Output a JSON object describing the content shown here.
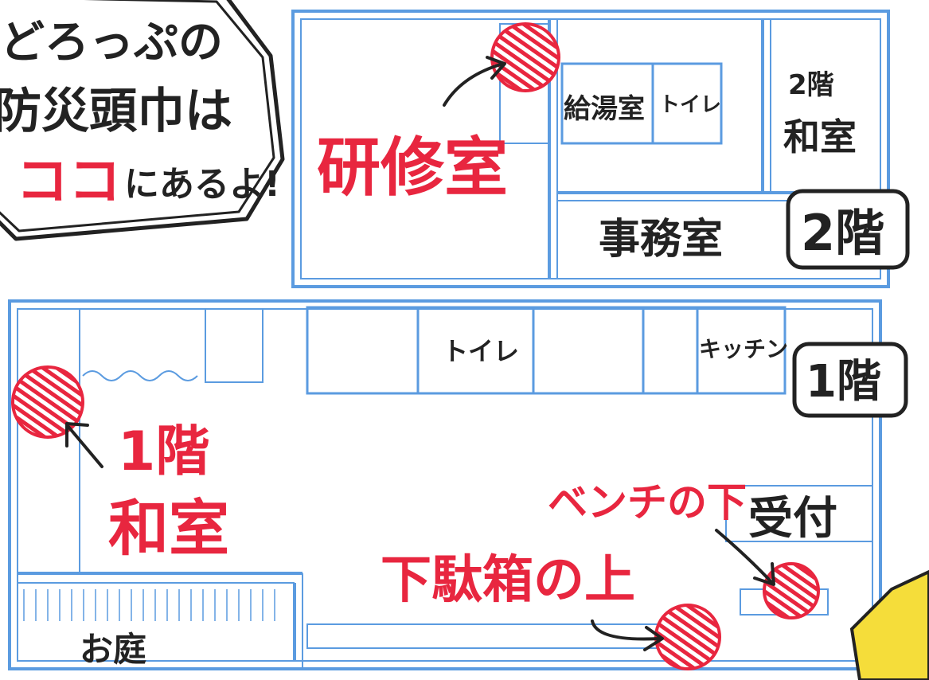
{
  "colors": {
    "wall": "#5b9be0",
    "ink": "#222222",
    "accent": "#e8263f",
    "paper": "#ffffff",
    "highlight": "#f5dd3a"
  },
  "callout": {
    "line1": "どろっぷの",
    "line2": "防災頭巾は",
    "line3_highlight": "ココ",
    "line3_rest": "にあるよ!"
  },
  "floor_badges": {
    "floor2": "2階",
    "floor1": "1階"
  },
  "floor2": {
    "kyuto": "給湯室",
    "toilet": "トイレ",
    "washitsu_top": "2階",
    "washitsu_bottom": "和室",
    "jimushitsu": "事務室",
    "kenshu": "研修室"
  },
  "floor1": {
    "toilet": "トイレ",
    "kitchen": "キッチン",
    "uketsuke": "受付",
    "oniwa": "お庭",
    "washitsu_top": "1階",
    "washitsu_bottom": "和室",
    "bench": "ベンチの下",
    "getabako": "下駄箱の上"
  },
  "markers": [
    {
      "name": "marker-kenshu-room"
    },
    {
      "name": "marker-washitsu-1f"
    },
    {
      "name": "marker-getabako"
    },
    {
      "name": "marker-bench"
    }
  ]
}
